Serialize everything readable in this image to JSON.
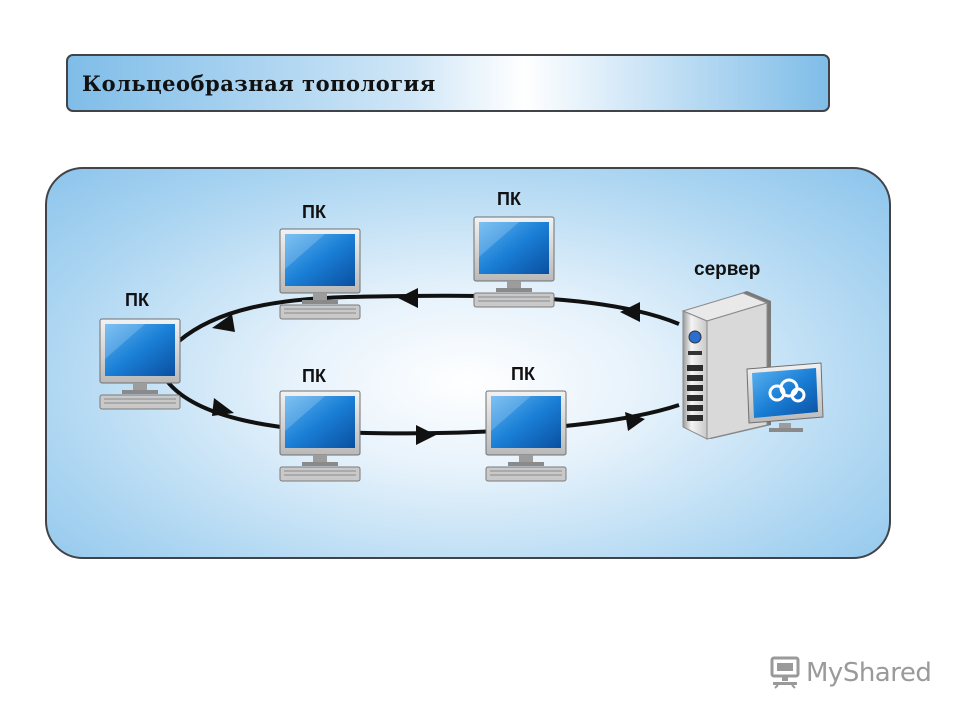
{
  "slide": {
    "title": "Кольцеобразная топология"
  },
  "diagram": {
    "nodes": [
      {
        "id": "pc-left",
        "label": "ПК",
        "kind": "pc"
      },
      {
        "id": "pc-top-left",
        "label": "ПК",
        "kind": "pc"
      },
      {
        "id": "pc-top-right",
        "label": "ПК",
        "kind": "pc"
      },
      {
        "id": "pc-bottom-left",
        "label": "ПК",
        "kind": "pc"
      },
      {
        "id": "pc-bottom-right",
        "label": "ПК",
        "kind": "pc"
      },
      {
        "id": "server",
        "label": "сервер",
        "kind": "server"
      }
    ],
    "flow_direction": "counterclockwise ring: server → top PCs → left PC → bottom PCs → server",
    "colors": {
      "panel_edge": "#8cc4ec",
      "panel_center": "#ffffff",
      "ring_line": "#111111",
      "monitor_screen": "#1a7fd6",
      "title_bar": "#7fbde8"
    }
  },
  "watermark": {
    "text": "MyShared",
    "icon": "computer-logo-icon"
  }
}
